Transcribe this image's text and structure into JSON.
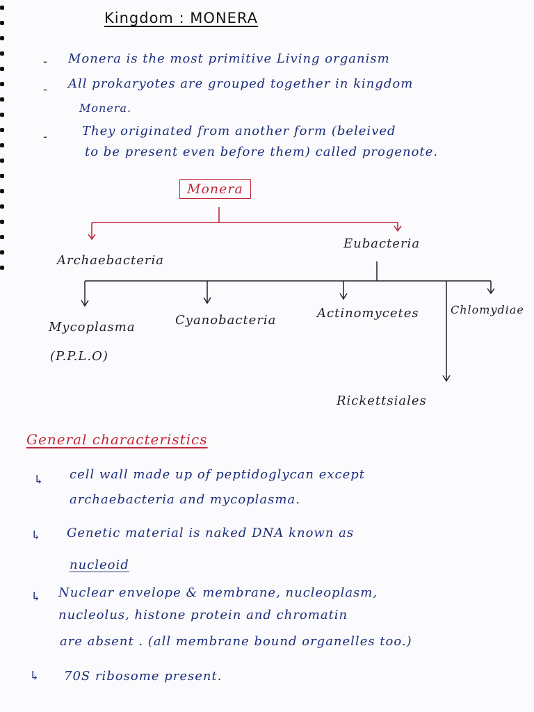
{
  "title": "Kingdom : MONERA",
  "intro": [
    {
      "bullet": "-",
      "lines": [
        "Monera is the most primitive Living organism"
      ]
    },
    {
      "bullet": "-",
      "lines": [
        "All prokaryotes are grouped together in kingdom",
        "Monera."
      ]
    },
    {
      "bullet": "-",
      "lines": [
        "They originated from another form (beleived",
        "to be present even before them) called progenote."
      ]
    }
  ],
  "diagram": {
    "root": "Monera",
    "level1": [
      "Archaebacteria",
      "Eubacteria"
    ],
    "eubacteria_children": [
      "Cyanobacteria",
      "Actinomycetes",
      "Chlomydiae",
      "Rickettsiales"
    ],
    "mycoplasma": "Mycoplasma",
    "mycoplasma_note": "(P.P.L.O)"
  },
  "section_title": "General characteristics",
  "characteristics": [
    {
      "bullet": "↳",
      "lines": [
        "cell wall made up of peptidoglycan except",
        "archaebacteria and mycoplasma."
      ]
    },
    {
      "bullet": "↳",
      "lines": [
        "Genetic material is naked DNA known as",
        "nucleoid"
      ]
    },
    {
      "bullet": "↳",
      "lines": [
        "Nuclear envelope & membrane, nucleoplasm,",
        "nucleolus, histone protein and chromatin",
        "are absent . (all membrane bound organelles too.)"
      ]
    },
    {
      "bullet": "↳",
      "lines": [
        "70S ribosome present."
      ]
    }
  ],
  "colors": {
    "ink_blue": "#1c2d7a",
    "ink_red": "#c0283a",
    "ink_black": "#1f1f2a"
  }
}
